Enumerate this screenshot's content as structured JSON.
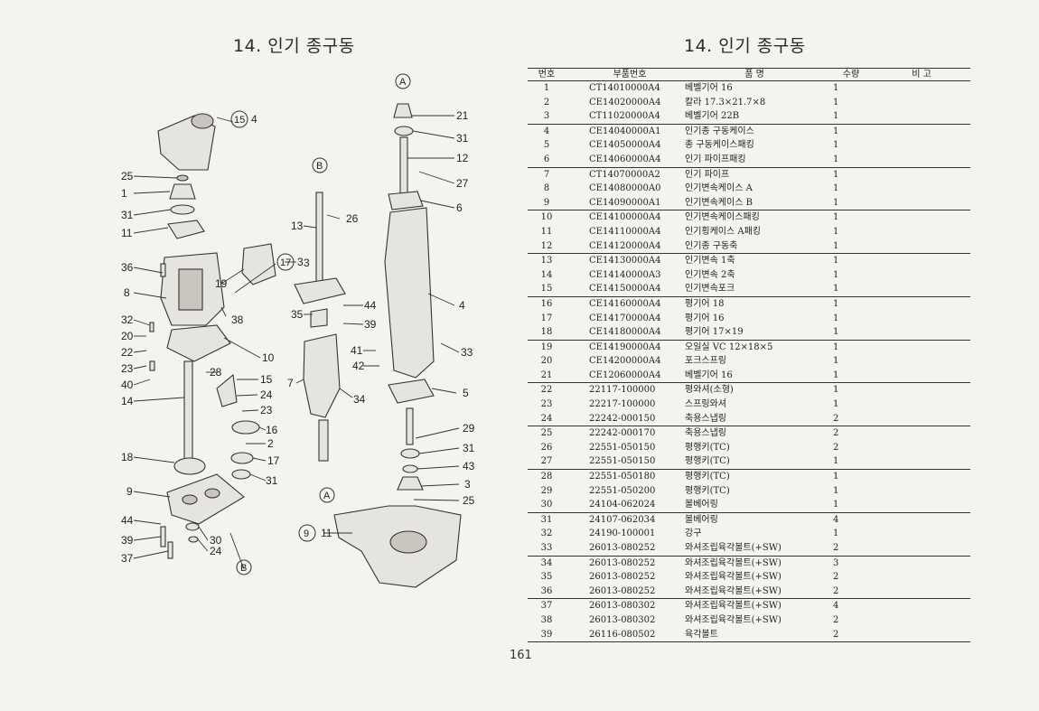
{
  "left_page": {
    "title": "14. 인기 종구동"
  },
  "right_page": {
    "title": "14. 인기 종구동"
  },
  "page_number": "161",
  "table": {
    "headers": [
      "번호",
      "부품번호",
      "품 명",
      "수량",
      "비 고"
    ],
    "rows": [
      [
        "1",
        "CT14010000A4",
        "베벨기어 16",
        "1",
        ""
      ],
      [
        "2",
        "CE14020000A4",
        "칼라 17.3×21.7×8",
        "1",
        ""
      ],
      [
        "3",
        "CT11020000A4",
        "베벨기어 22B",
        "1",
        ""
      ],
      [
        "4",
        "CE14040000A1",
        "인기종 구동케이스",
        "1",
        ""
      ],
      [
        "5",
        "CE14050000A4",
        "종 구동케이스패킹",
        "1",
        ""
      ],
      [
        "6",
        "CE14060000A4",
        "인기 파이프패킹",
        "1",
        ""
      ],
      [
        "7",
        "CT14070000A2",
        "인기 파이프",
        "1",
        ""
      ],
      [
        "8",
        "CE14080000A0",
        "인기변속케이스 A",
        "1",
        ""
      ],
      [
        "9",
        "CE14090000A1",
        "인기변속케이스 B",
        "1",
        ""
      ],
      [
        "10",
        "CE14100000A4",
        "인기변속케이스패킹",
        "1",
        ""
      ],
      [
        "11",
        "CE14110000A4",
        "인기횡케이스 A패킹",
        "1",
        ""
      ],
      [
        "12",
        "CE14120000A4",
        "인기종 구동축",
        "1",
        ""
      ],
      [
        "13",
        "CE14130000A4",
        "인기변속 1축",
        "1",
        ""
      ],
      [
        "14",
        "CE14140000A3",
        "인기변속 2축",
        "1",
        ""
      ],
      [
        "15",
        "CE14150000A4",
        "인기변속포크",
        "1",
        ""
      ],
      [
        "16",
        "CE14160000A4",
        "평기어 18",
        "1",
        ""
      ],
      [
        "17",
        "CE14170000A4",
        "평기어 16",
        "1",
        ""
      ],
      [
        "18",
        "CE14180000A4",
        "평기어 17×19",
        "1",
        ""
      ],
      [
        "19",
        "CE14190000A4",
        "오일실 VC 12×18×5",
        "1",
        ""
      ],
      [
        "20",
        "CE14200000A4",
        "포크스프링",
        "1",
        ""
      ],
      [
        "21",
        "CE12060000A4",
        "베벨기어 16",
        "1",
        ""
      ],
      [
        "22",
        "22117-100000",
        "평와셔(소형)",
        "1",
        ""
      ],
      [
        "23",
        "22217-100000",
        "스프링와셔",
        "1",
        ""
      ],
      [
        "24",
        "22242-000150",
        "축용스냅링",
        "2",
        ""
      ],
      [
        "25",
        "22242-000170",
        "축용스냅링",
        "2",
        ""
      ],
      [
        "26",
        "22551-050150",
        "평행키(TC)",
        "2",
        ""
      ],
      [
        "27",
        "22551-050150",
        "평행키(TC)",
        "1",
        ""
      ],
      [
        "28",
        "22551-050180",
        "평행키(TC)",
        "1",
        ""
      ],
      [
        "29",
        "22551-050200",
        "평행키(TC)",
        "1",
        ""
      ],
      [
        "30",
        "24104-062024",
        "볼베어링",
        "1",
        ""
      ],
      [
        "31",
        "24107-062034",
        "볼베어링",
        "4",
        ""
      ],
      [
        "32",
        "24190-100001",
        "강구",
        "1",
        ""
      ],
      [
        "33",
        "26013-080252",
        "와셔조립육각볼트(+SW)",
        "2",
        ""
      ],
      [
        "34",
        "26013-080252",
        "와셔조립육각볼트(+SW)",
        "3",
        ""
      ],
      [
        "35",
        "26013-080252",
        "와셔조립육각볼트(+SW)",
        "2",
        ""
      ],
      [
        "36",
        "26013-080252",
        "와셔조립육각볼트(+SW)",
        "2",
        ""
      ],
      [
        "37",
        "26013-080302",
        "와셔조립육각볼트(+SW)",
        "4",
        ""
      ],
      [
        "38",
        "26013-080302",
        "와셔조립육각볼트(+SW)",
        "2",
        ""
      ],
      [
        "39",
        "26116-080502",
        "육각볼트",
        "2",
        ""
      ]
    ]
  },
  "diagram": {
    "callouts": [
      "25",
      "1",
      "31",
      "11",
      "36",
      "8",
      "32",
      "20",
      "22",
      "23",
      "40",
      "14",
      "18",
      "9",
      "44",
      "39",
      "37",
      "19",
      "38",
      "10",
      "28",
      "15",
      "24",
      "23",
      "16",
      "2",
      "17",
      "31",
      "30",
      "24",
      "13",
      "26",
      "3",
      "44",
      "35",
      "39",
      "41",
      "42",
      "7",
      "34",
      "21",
      "31",
      "12",
      "27",
      "6",
      "4",
      "33",
      "5",
      "29",
      "31",
      "43",
      "3",
      "25",
      "11"
    ],
    "ring_labels": [
      "15",
      "4",
      "17",
      "3",
      "B",
      "A",
      "A",
      "B",
      "9"
    ]
  }
}
